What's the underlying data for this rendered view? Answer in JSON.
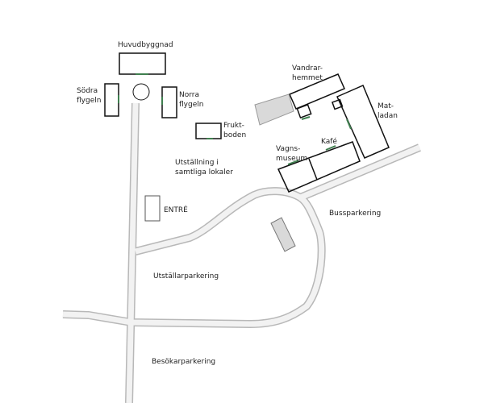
{
  "map": {
    "colors": {
      "road_fill": "#f2f2f2",
      "road_edge": "#b8b8b8",
      "building_stroke": "#111111",
      "gray_area": "#d9d9d9",
      "entrance_marker": "#3f7f4f"
    },
    "labels": {
      "huvudbyggnad": "Huvudbyggnad",
      "sodra_1": "Södra",
      "sodra_2": "flygeln",
      "norra_1": "Norra",
      "norra_2": "flygeln",
      "frukt_1": "Frukt-",
      "frukt_2": "boden",
      "vandrar_1": "Vandrar-",
      "vandrar_2": "hemmet",
      "mat_1": "Mat-",
      "mat_2": "ladan",
      "vagns_1": "Vagns-",
      "vagns_2": "museum",
      "kafe": "Kafé",
      "utstallning_1": "Utställning i",
      "utstallning_2": "samtliga lokaler",
      "entre": "ENTRÉ",
      "bussparkering": "Bussparkering",
      "utstallarparkering": "Utställarparkering",
      "besokarparkering": "Besökarparkering"
    }
  }
}
